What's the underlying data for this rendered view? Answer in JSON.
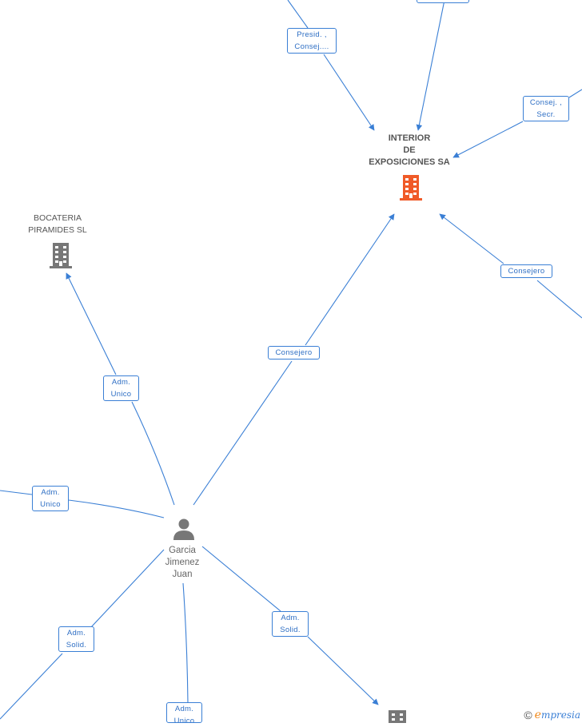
{
  "nodes": {
    "main_company": {
      "name_lines": [
        "INTERIOR",
        "DE",
        "EXPOSICIONES SA"
      ],
      "icon": "building-icon",
      "color": "#f05a28"
    },
    "bocateria": {
      "name_lines": [
        "BOCATERIA",
        "PIRAMIDES SL"
      ],
      "icon": "building-icon",
      "color": "#777777"
    },
    "person": {
      "name_lines": [
        "Garcia",
        "Jimenez",
        "Juan"
      ],
      "icon": "person-icon",
      "color": "#777777"
    },
    "bottom_company": {
      "icon": "building-icon",
      "color": "#777777"
    }
  },
  "edge_labels": {
    "presid": [
      "Presid. ,",
      "Consej...."
    ],
    "consej_secr": [
      "Consej. ,",
      "Secr."
    ],
    "consejero_right": [
      "Consejero"
    ],
    "consejero_center": [
      "Consejero"
    ],
    "adm_unico_bocateria": [
      "Adm.",
      "Unico"
    ],
    "adm_unico_left": [
      "Adm.",
      "Unico"
    ],
    "adm_solid_left": [
      "Adm.",
      "Solid."
    ],
    "adm_unico_bottom": [
      "Adm.",
      "Unico"
    ],
    "adm_solid_right": [
      "Adm.",
      "Solid."
    ]
  },
  "watermark": {
    "copyright": "©",
    "brand_initial": "e",
    "brand_rest": "mpresia"
  },
  "colors": {
    "edge": "#3a7fd5",
    "main_company": "#f05a28",
    "node": "#777777"
  }
}
